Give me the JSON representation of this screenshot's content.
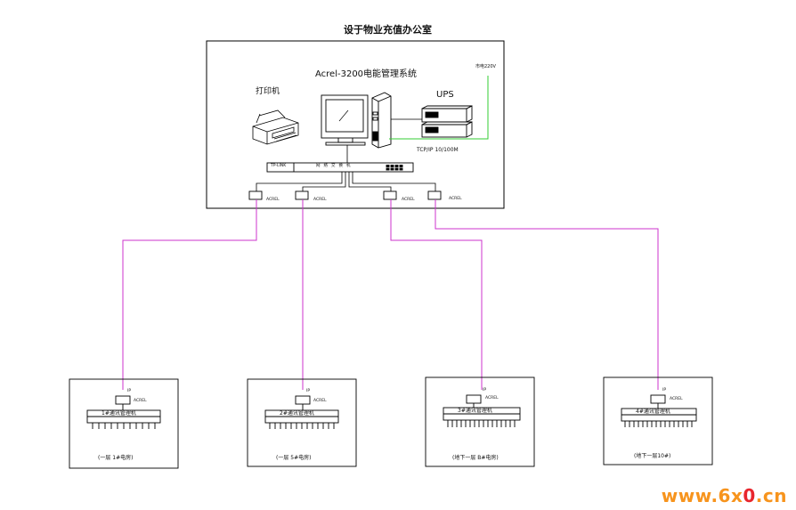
{
  "header": {
    "location_note": "设于物业充值办公室"
  },
  "center": {
    "system_title": "Acrel-3200电能管理系统",
    "printer_label": "打印机",
    "ups_label": "UPS",
    "mains_label": "市电220V",
    "network_label": "TCP/IP 10/100M",
    "switch_left_label": "TP-LINK",
    "switch_label": "网络交换机",
    "converter_labels": [
      "ACREL",
      "ACREL",
      "ACREL",
      "ACREL"
    ]
  },
  "stations": [
    {
      "id_label": "IP",
      "tag": "ACREL",
      "cabinet": "1#通讯管理机",
      "caption": "(一层 1#电房)"
    },
    {
      "id_label": "IP",
      "tag": "ACREL",
      "cabinet": "2#通讯管理机",
      "caption": "(一层 5#电房)"
    },
    {
      "id_label": "IP",
      "tag": "ACREL",
      "cabinet": "3#通讯管理机",
      "caption": "(地下一层 B#电房)"
    },
    {
      "id_label": "IP",
      "tag": "ACREL",
      "cabinet": "4#通讯管理机",
      "caption": "(地下一层10#)"
    }
  ],
  "colors": {
    "line": "#000000",
    "link": "#cc33cc",
    "mains": "#33cc33",
    "watermark_orange": "#f7941d",
    "watermark_red": "#e8262d"
  },
  "watermark": {
    "prefix": "www.6x",
    "mid": "0",
    "suffix": ".cn"
  }
}
